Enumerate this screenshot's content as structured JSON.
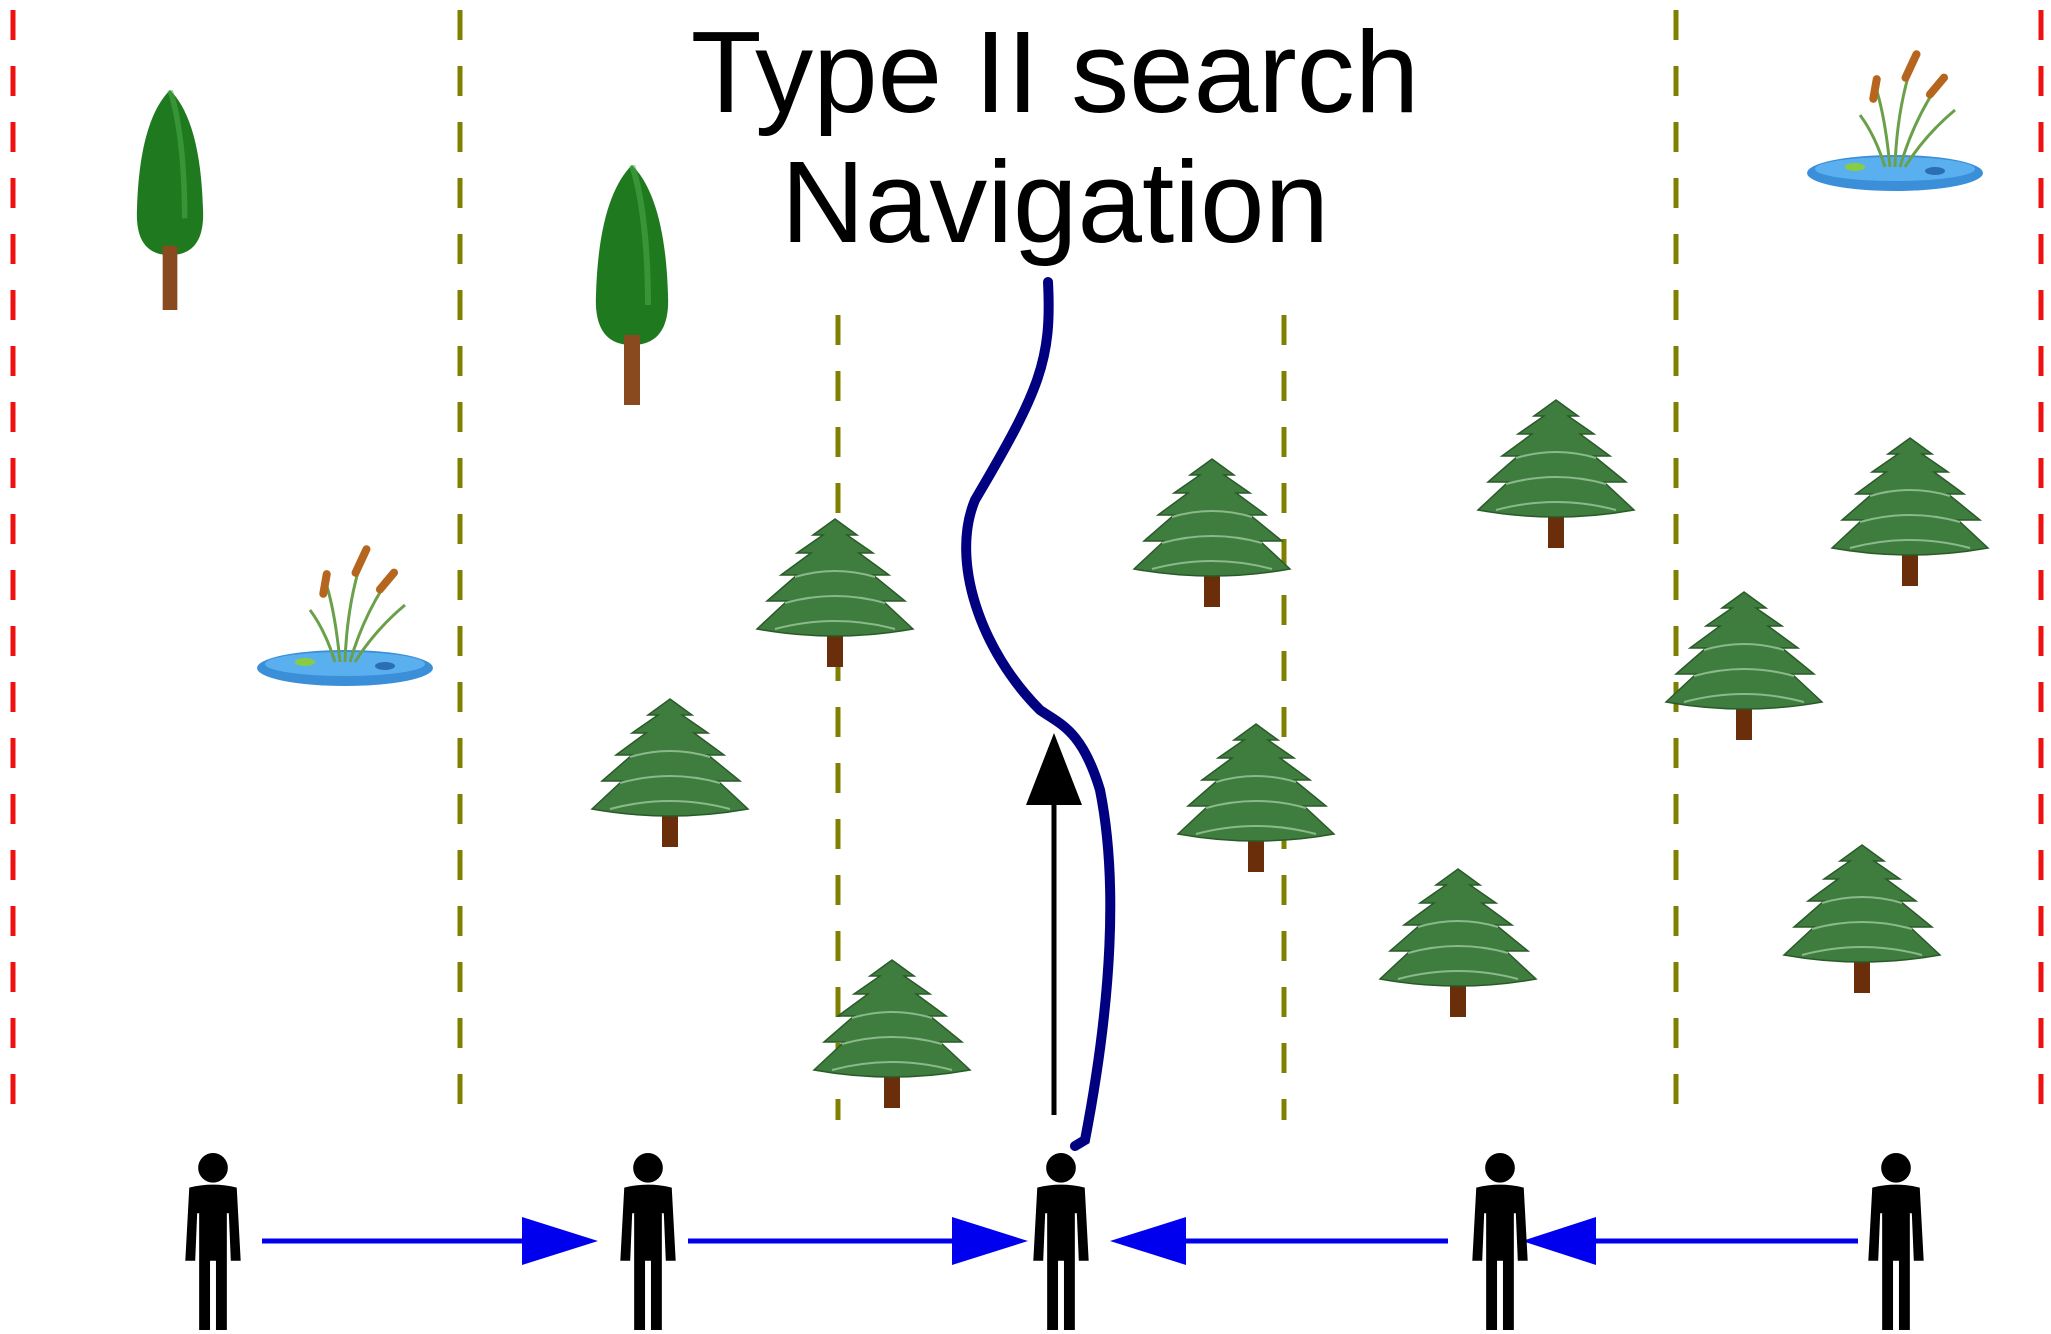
{
  "title": {
    "line1": "Type II search",
    "line2": "Navigation"
  },
  "colors": {
    "outer_boundary": "#ee1111",
    "lane_boundary": "#808000",
    "path": "#000080",
    "sweep_arrow": "#0000ee",
    "person": "#000000",
    "heading_arrow": "#000000"
  },
  "icons": {
    "deciduous_tree": "deciduous-tree-icon",
    "pine_tree": "pine-tree-icon",
    "pond": "cattail-pond-icon",
    "person": "person-icon"
  },
  "searcher_count": 5
}
